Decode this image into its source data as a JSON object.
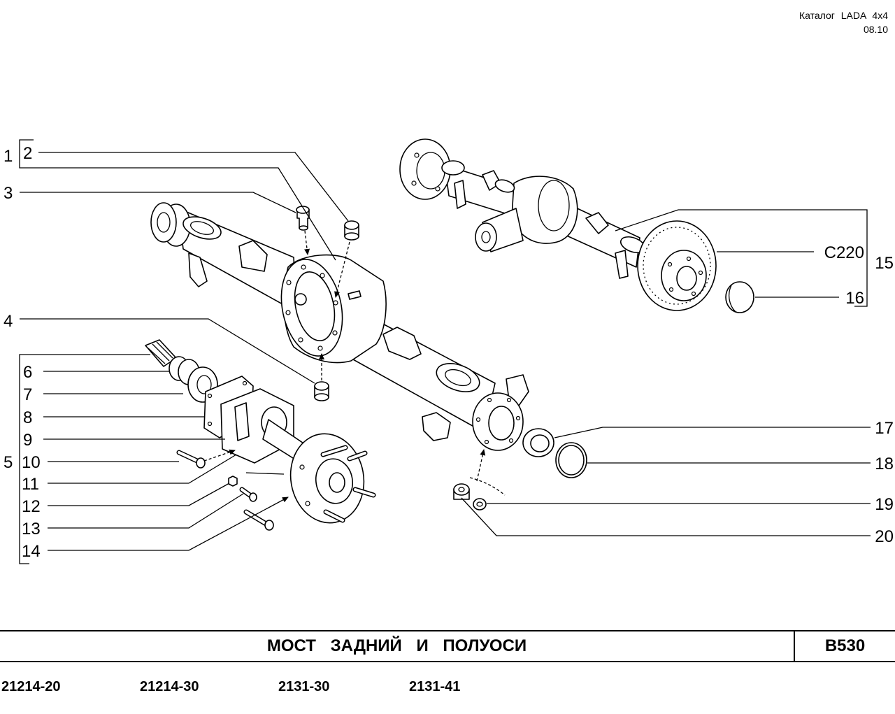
{
  "header": {
    "catalog": "Каталог LADA 4x4",
    "date": "08.10"
  },
  "callouts": {
    "n1": "1",
    "n2": "2",
    "n3": "3",
    "n4": "4",
    "n5": "5",
    "n6": "6",
    "n7": "7",
    "n8": "8",
    "n9": "9",
    "n10": "10",
    "n11": "11",
    "n12": "12",
    "n13": "13",
    "n14": "14",
    "n15": "15",
    "n16": "16",
    "n17": "17",
    "n18": "18",
    "n19": "19",
    "n20": "20",
    "c220": "C220"
  },
  "title_bar": {
    "title": "МОСТ ЗАДНИЙ И ПОЛУОСИ",
    "code": "B530"
  },
  "models": [
    "21214-20",
    "21214-30",
    "2131-30",
    "2131-41"
  ]
}
